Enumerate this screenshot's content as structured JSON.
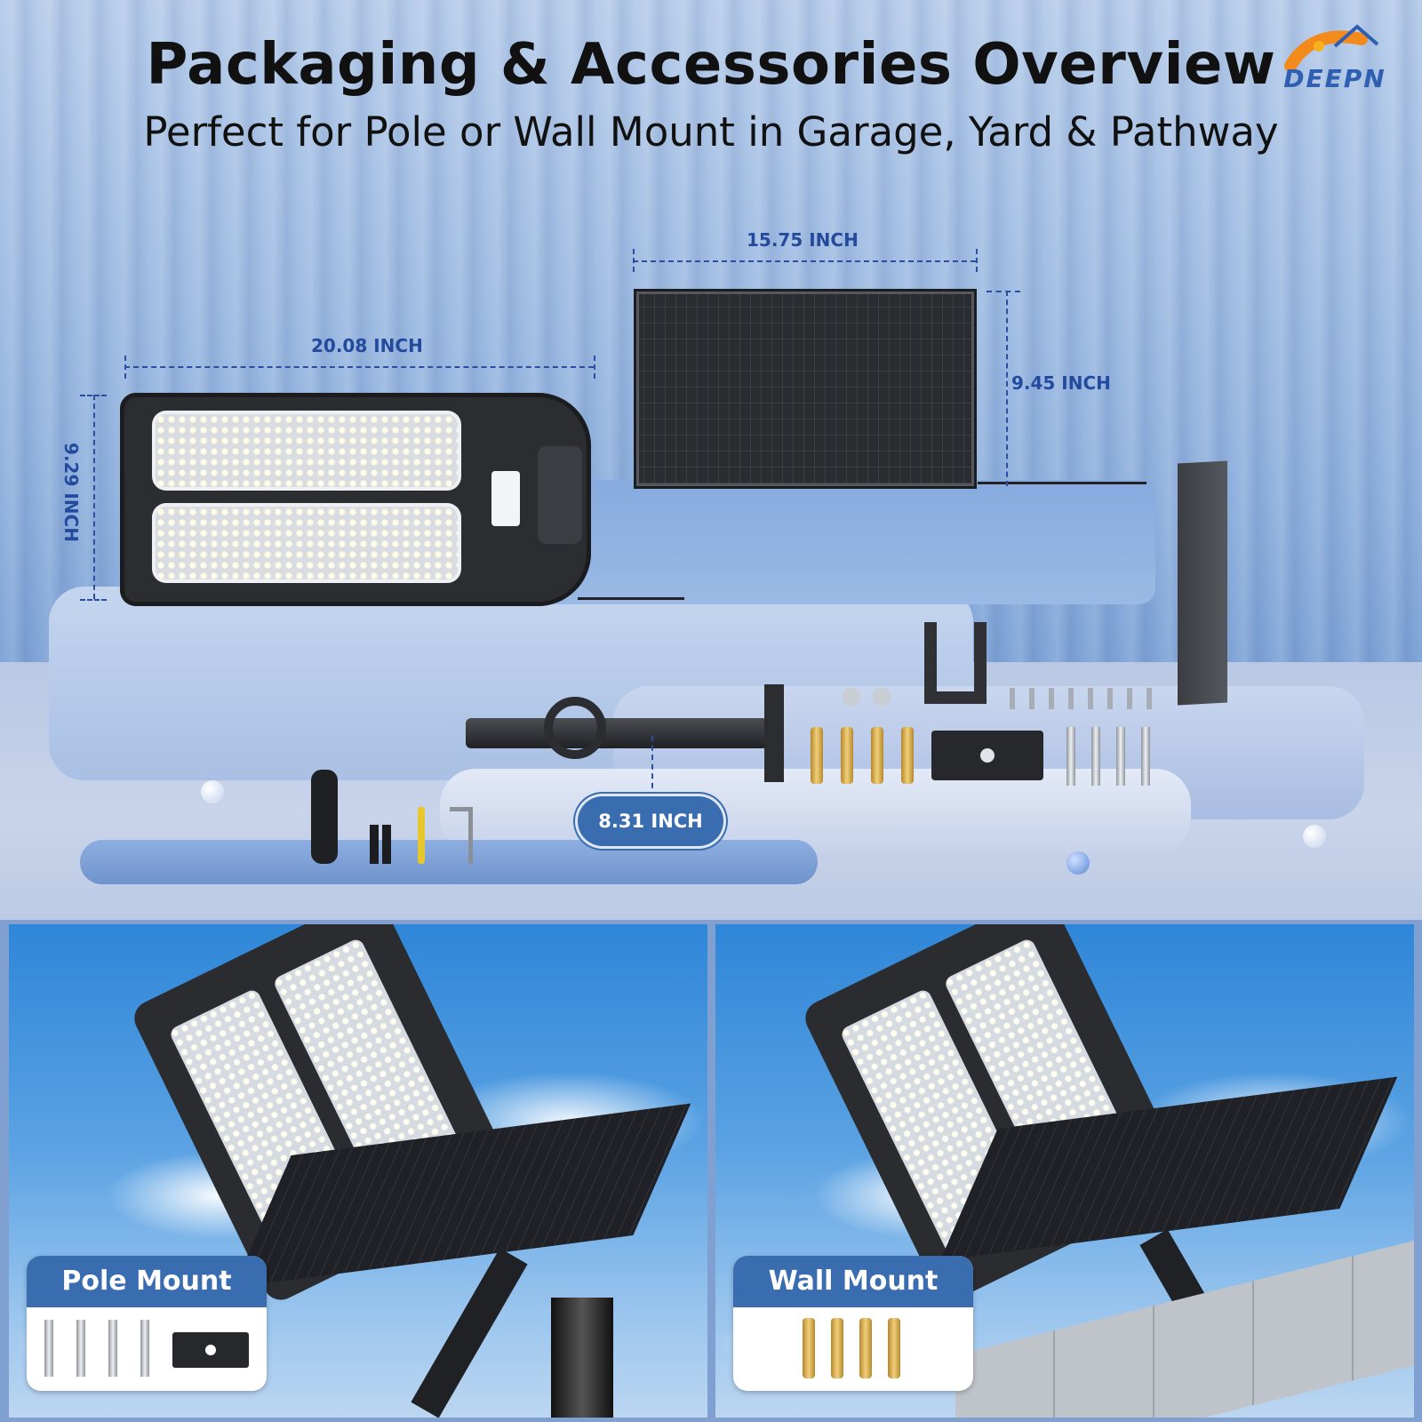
{
  "header": {
    "title": "Packaging & Accessories Overview",
    "subtitle": "Perfect for Pole or Wall Mount in Garage, Yard & Pathway"
  },
  "brand": {
    "logo_text": "DEEPN"
  },
  "dimensions": {
    "panel_width": "15.75 INCH",
    "panel_height": "9.45 INCH",
    "light_width": "20.08 INCH",
    "light_height": "9.29 INCH",
    "arm_length": "8.31 INCH"
  },
  "panels": {
    "pole_mount": {
      "label": "Pole Mount"
    },
    "wall_mount": {
      "label": "Wall Mount"
    }
  },
  "colors": {
    "accent_blue": "#3a6db0",
    "dimension_blue": "#234a9c"
  }
}
